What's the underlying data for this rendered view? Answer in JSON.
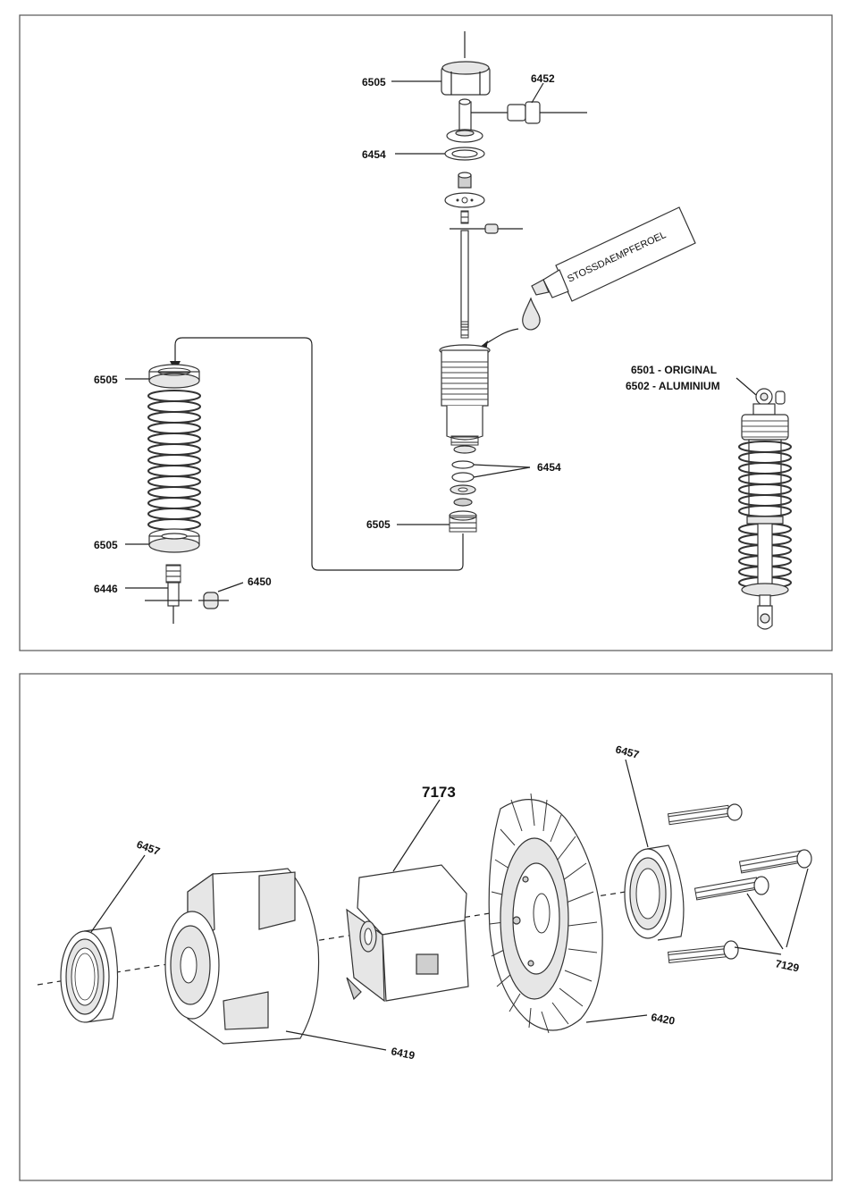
{
  "shock_panel": {
    "labels": {
      "cap_top": "6505",
      "ball_end_top": "6452",
      "seal_top": "6454",
      "spring_cap_top": "6505",
      "spring_retainer_bottom": "6505",
      "rod_end": "6446",
      "pin": "6450",
      "seals_bottom": "6454",
      "cap_bottom": "6505",
      "assembled_original": "6501 - ORIGINAL",
      "assembled_aluminium": "6502 - ALUMINIUM"
    },
    "oil_tube_text": "STOSSDAEMPFEROEL"
  },
  "diff_panel": {
    "labels": {
      "bearing_left": "6457",
      "case": "6419",
      "insert": "7173",
      "ring_gear": "6420",
      "bearing_right": "6457",
      "screws": "7129"
    }
  }
}
